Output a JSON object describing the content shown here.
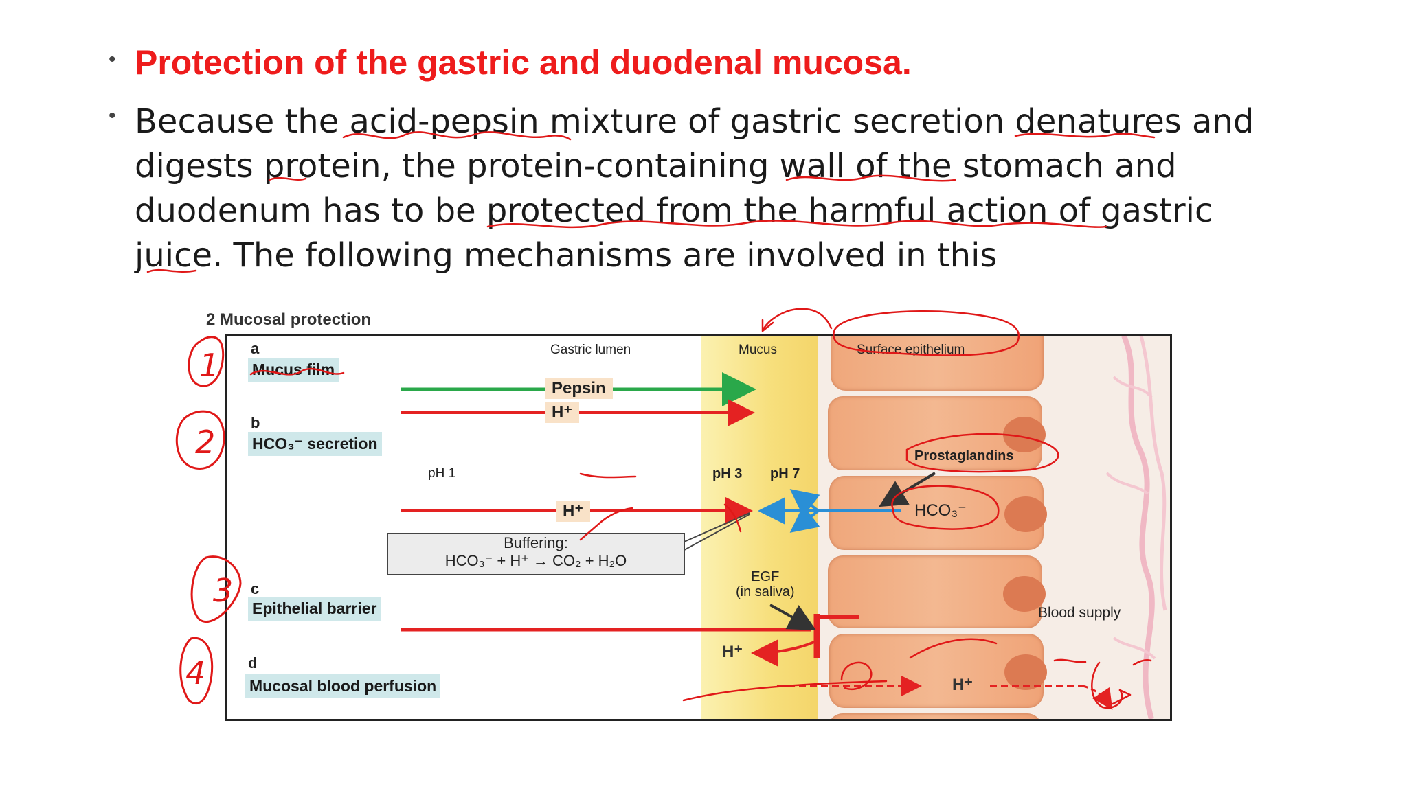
{
  "slide": {
    "title": "Protection of the gastric and duodenal mucosa.",
    "paragraph_lines": [
      "Because the acid-pepsin mixture of gastric secretion denatures and",
      "digests protein, the protein-containing wall of the stomach and",
      "duodenum has to be protected from the harmful action of gastric",
      "juice. The following mechanisms are involved in this"
    ],
    "bullet_char": "•"
  },
  "figure": {
    "title": "2  Mucosal protection",
    "headers": {
      "lumen": "Gastric lumen",
      "mucus": "Mucus",
      "epithelium": "Surface epithelium"
    },
    "sections": [
      {
        "letter": "a",
        "label": "Mucus film"
      },
      {
        "letter": "b",
        "label": "HCO₃⁻ secretion"
      },
      {
        "letter": "c",
        "label": "Epithelial barrier"
      },
      {
        "letter": "d",
        "label": "Mucosal blood perfusion"
      }
    ],
    "labels": {
      "pepsin": "Pepsin",
      "h_plus": "H⁺",
      "ph1": "pH 1",
      "ph3": "pH 3",
      "ph7": "pH 7",
      "buffering_title": "Buffering:",
      "buffering_eq": "HCO₃⁻ + H⁺ → CO₂ + H₂O",
      "prostaglandins": "Prostaglandins",
      "hco3": "HCO₃⁻",
      "egf_line1": "EGF",
      "egf_line2": "(in saliva)",
      "blood_supply": "Blood supply"
    }
  },
  "annotations": {
    "ink_color": "#e01818",
    "numbers": [
      "1",
      "2",
      "3",
      "4"
    ]
  }
}
